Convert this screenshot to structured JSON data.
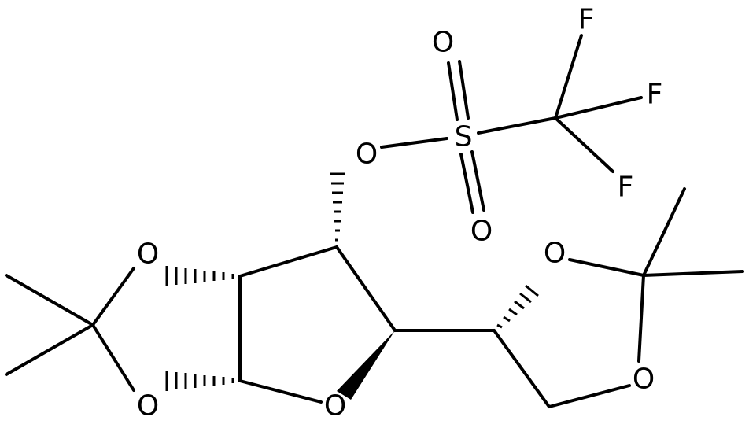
{
  "diagram": {
    "atoms": {
      "o_ring_furanose": "O",
      "o_dioxolane_left_top": "O",
      "o_dioxolane_left_bottom": "O",
      "o_dioxolane_right_top": "O",
      "o_dioxolane_right_bottom": "O",
      "o_triflate_ester": "O",
      "o_sulfonyl_top": "O",
      "o_sulfonyl_bottom": "O",
      "s_sulfonyl": "S",
      "f_top": "F",
      "f_middle": "F",
      "f_bottom": "F"
    }
  }
}
